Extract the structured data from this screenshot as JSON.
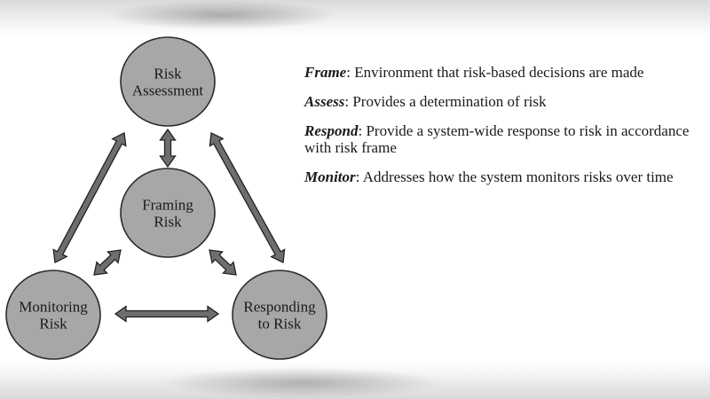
{
  "diagram": {
    "nodes": [
      {
        "id": "assess",
        "lines": [
          "Risk",
          "Assessment"
        ]
      },
      {
        "id": "frame",
        "lines": [
          "Framing",
          "Risk"
        ]
      },
      {
        "id": "monitor",
        "lines": [
          "Monitoring",
          "Risk"
        ]
      },
      {
        "id": "respond",
        "lines": [
          "Responding",
          "to Risk"
        ]
      }
    ],
    "edges": [
      {
        "from": "assess",
        "to": "frame",
        "direction": "both"
      },
      {
        "from": "assess",
        "to": "monitor",
        "direction": "both"
      },
      {
        "from": "assess",
        "to": "respond",
        "direction": "both"
      },
      {
        "from": "frame",
        "to": "monitor",
        "direction": "both"
      },
      {
        "from": "frame",
        "to": "respond",
        "direction": "both"
      },
      {
        "from": "monitor",
        "to": "respond",
        "direction": "both"
      }
    ],
    "colors": {
      "node_fill": "#a7a7a7",
      "node_stroke": "#2b2b2b",
      "arrow_fill": "#6e6e6e",
      "arrow_stroke": "#222222"
    }
  },
  "definitions": [
    {
      "term": "Frame",
      "text": "Environment that risk-based decisions are made"
    },
    {
      "term": "Assess",
      "text": "Provides a determination of risk"
    },
    {
      "term": "Respond",
      "text": "Provide a system-wide response to risk in accordance with risk frame"
    },
    {
      "term": "Monitor",
      "text": "Addresses how the system monitors risks over time"
    }
  ]
}
